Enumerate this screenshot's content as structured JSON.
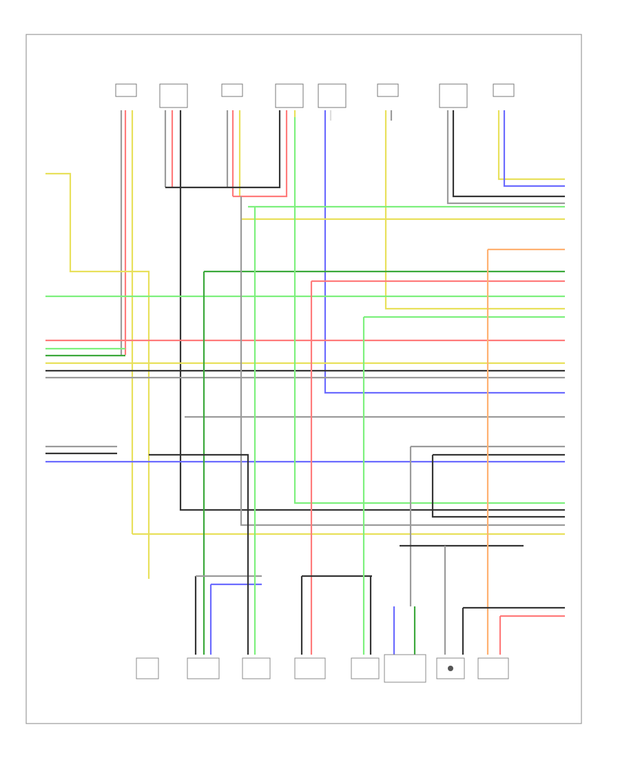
{
  "diagram": {
    "footer_label": "",
    "top_components": [
      {
        "id": "t1",
        "label": ""
      },
      {
        "id": "t2",
        "label": ""
      },
      {
        "id": "t3",
        "label": ""
      },
      {
        "id": "t4",
        "label": ""
      },
      {
        "id": "t5",
        "label": ""
      },
      {
        "id": "t6",
        "label": ""
      },
      {
        "id": "t7",
        "label": ""
      },
      {
        "id": "t8",
        "label": ""
      }
    ],
    "bottom_components": [
      {
        "id": "b1",
        "label": ""
      },
      {
        "id": "b2",
        "label": ""
      },
      {
        "id": "b3",
        "label": ""
      },
      {
        "id": "b4",
        "label": ""
      },
      {
        "id": "b5",
        "label": ""
      },
      {
        "id": "b6",
        "label": ""
      },
      {
        "id": "b7",
        "label": ""
      },
      {
        "id": "b8",
        "label": ""
      }
    ],
    "wire_colors": {
      "yellow": "#e8e05a",
      "red": "#ff7a7a",
      "green": "#7cf07c",
      "dark_green": "#3aa83a",
      "blue": "#6a6aff",
      "black": "#333333",
      "gray": "#9a9a9a",
      "orange": "#ffb070",
      "white": "#dddddd"
    }
  }
}
